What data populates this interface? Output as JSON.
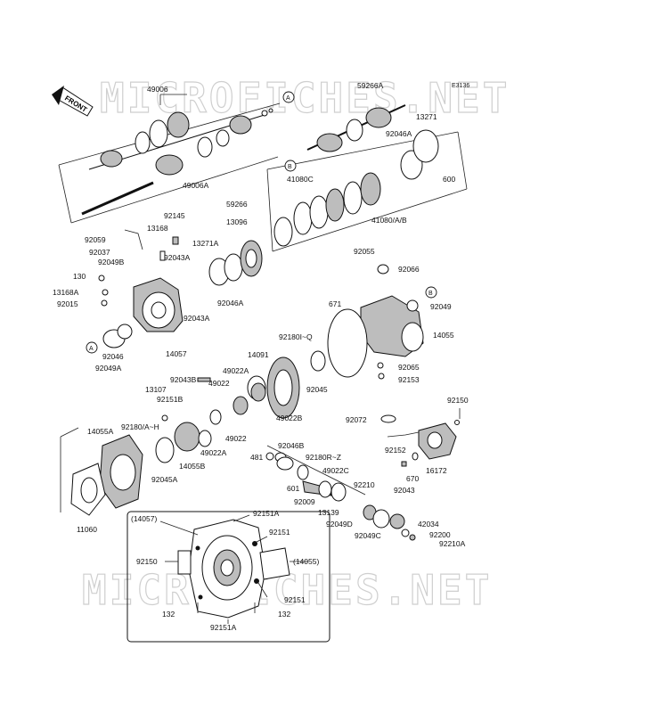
{
  "diagram_code": "E3136",
  "watermark": "MICROFICHES.NET",
  "front_label": "FRONT",
  "ref_a": "A",
  "ref_b": "B",
  "labels": {
    "l49006": "49006",
    "l59266A": "59266A",
    "l13271": "13271",
    "l92046A_top": "92046A",
    "l600": "600",
    "l49006A": "49006A",
    "l59266": "59266",
    "l41080C": "41080C",
    "l41080AB": "41080/A/B",
    "l92145": "92145",
    "l13096": "13096",
    "l92059": "92059",
    "l13168": "13168",
    "l13271A": "13271A",
    "l92037": "92037",
    "l92043A_1": "92043A",
    "l92049B": "92049B",
    "l130": "130",
    "l13168A": "13168A",
    "l92015": "92015",
    "l92046A_mid": "92046A",
    "l92043A_2": "92043A",
    "l92055": "92055",
    "l92066": "92066",
    "l92049": "92049",
    "l671": "671",
    "l14055": "14055",
    "l92046": "92046",
    "l92049A": "92049A",
    "l14057": "14057",
    "l92180IQ": "92180I~Q",
    "l14091": "14091",
    "l92065": "92065",
    "l92153": "92153",
    "l92043B": "92043B",
    "l49022A_1": "49022A",
    "l13107": "13107",
    "l49022_1": "49022",
    "l92045": "92045",
    "l92151B": "92151B",
    "l49022B": "49022B",
    "l92150_r": "92150",
    "l92072": "92072",
    "l14055A": "14055A",
    "l92180AH": "92180/A~H",
    "l49022_2": "49022",
    "l49022A_2": "49022A",
    "l92046B": "92046B",
    "l481": "481",
    "l92180RZ": "92180R~Z",
    "l14055B": "14055B",
    "l49022C": "49022C",
    "l92152": "92152",
    "l92045A": "92045A",
    "l16172": "16172",
    "l670": "670",
    "l92210": "92210",
    "l601": "601",
    "l92043": "92043",
    "l92009": "92009",
    "l13139": "13139",
    "l42034": "42034",
    "l11060": "11060",
    "l92049D": "92049D",
    "l92200": "92200",
    "l92049C": "92049C",
    "l92210A": "92210A",
    "l14057p": "(14057)",
    "l92151A_top": "92151A",
    "l92151_1": "92151",
    "l92150_in": "92150",
    "l14055p": "(14055)",
    "l92151_2": "92151",
    "l132_l": "132",
    "l132_r": "132",
    "l92151A_bot": "92151A"
  }
}
